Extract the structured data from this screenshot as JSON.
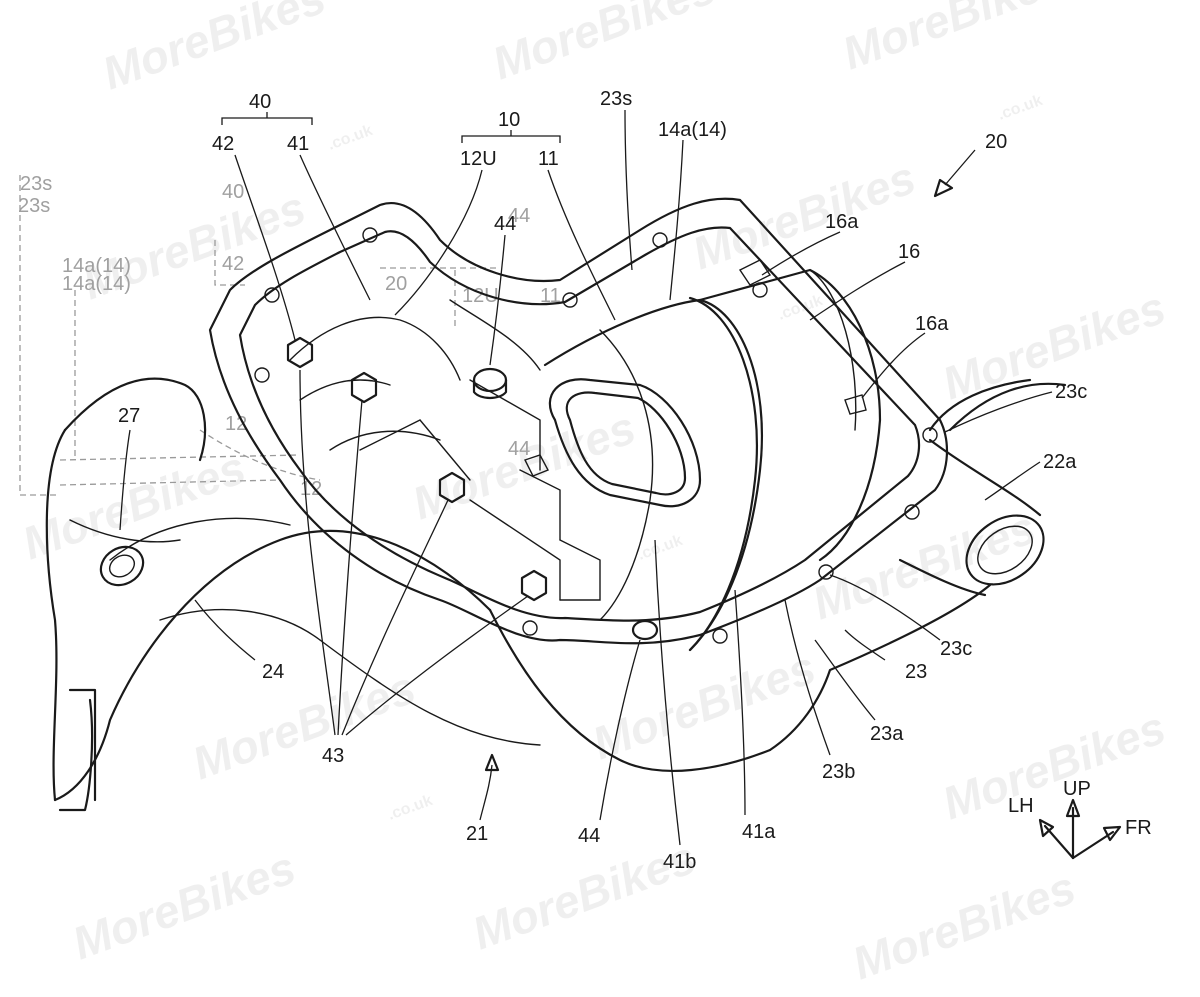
{
  "labels": {
    "l40": "40",
    "l42": "42",
    "l41": "41",
    "l10": "10",
    "l12u": "12U",
    "l11": "11",
    "l44top": "44",
    "l23s": "23s",
    "l14a": "14a(14)",
    "l20": "20",
    "l16a_top": "16a",
    "l16": "16",
    "l16a_mid": "16a",
    "l23c_top": "23c",
    "l22a": "22a",
    "l27": "27",
    "l24": "24",
    "l43": "43",
    "l21": "21",
    "l44bot": "44",
    "l41b": "41b",
    "l41a": "41a",
    "l23b": "23b",
    "l23a": "23a",
    "l23": "23",
    "l23c_bot": "23c"
  },
  "ghost_labels": {
    "g23s": "23s",
    "g14a": "14a(14)",
    "g40": "40",
    "g42": "42",
    "g20": "20",
    "g12u": "12U",
    "g11": "11",
    "g44": "44",
    "g12": "12"
  },
  "compass": {
    "up": "UP",
    "left": "LH",
    "front": "FR"
  },
  "watermark": {
    "brand": "MoreBikes",
    "suffix": ".co.uk"
  }
}
